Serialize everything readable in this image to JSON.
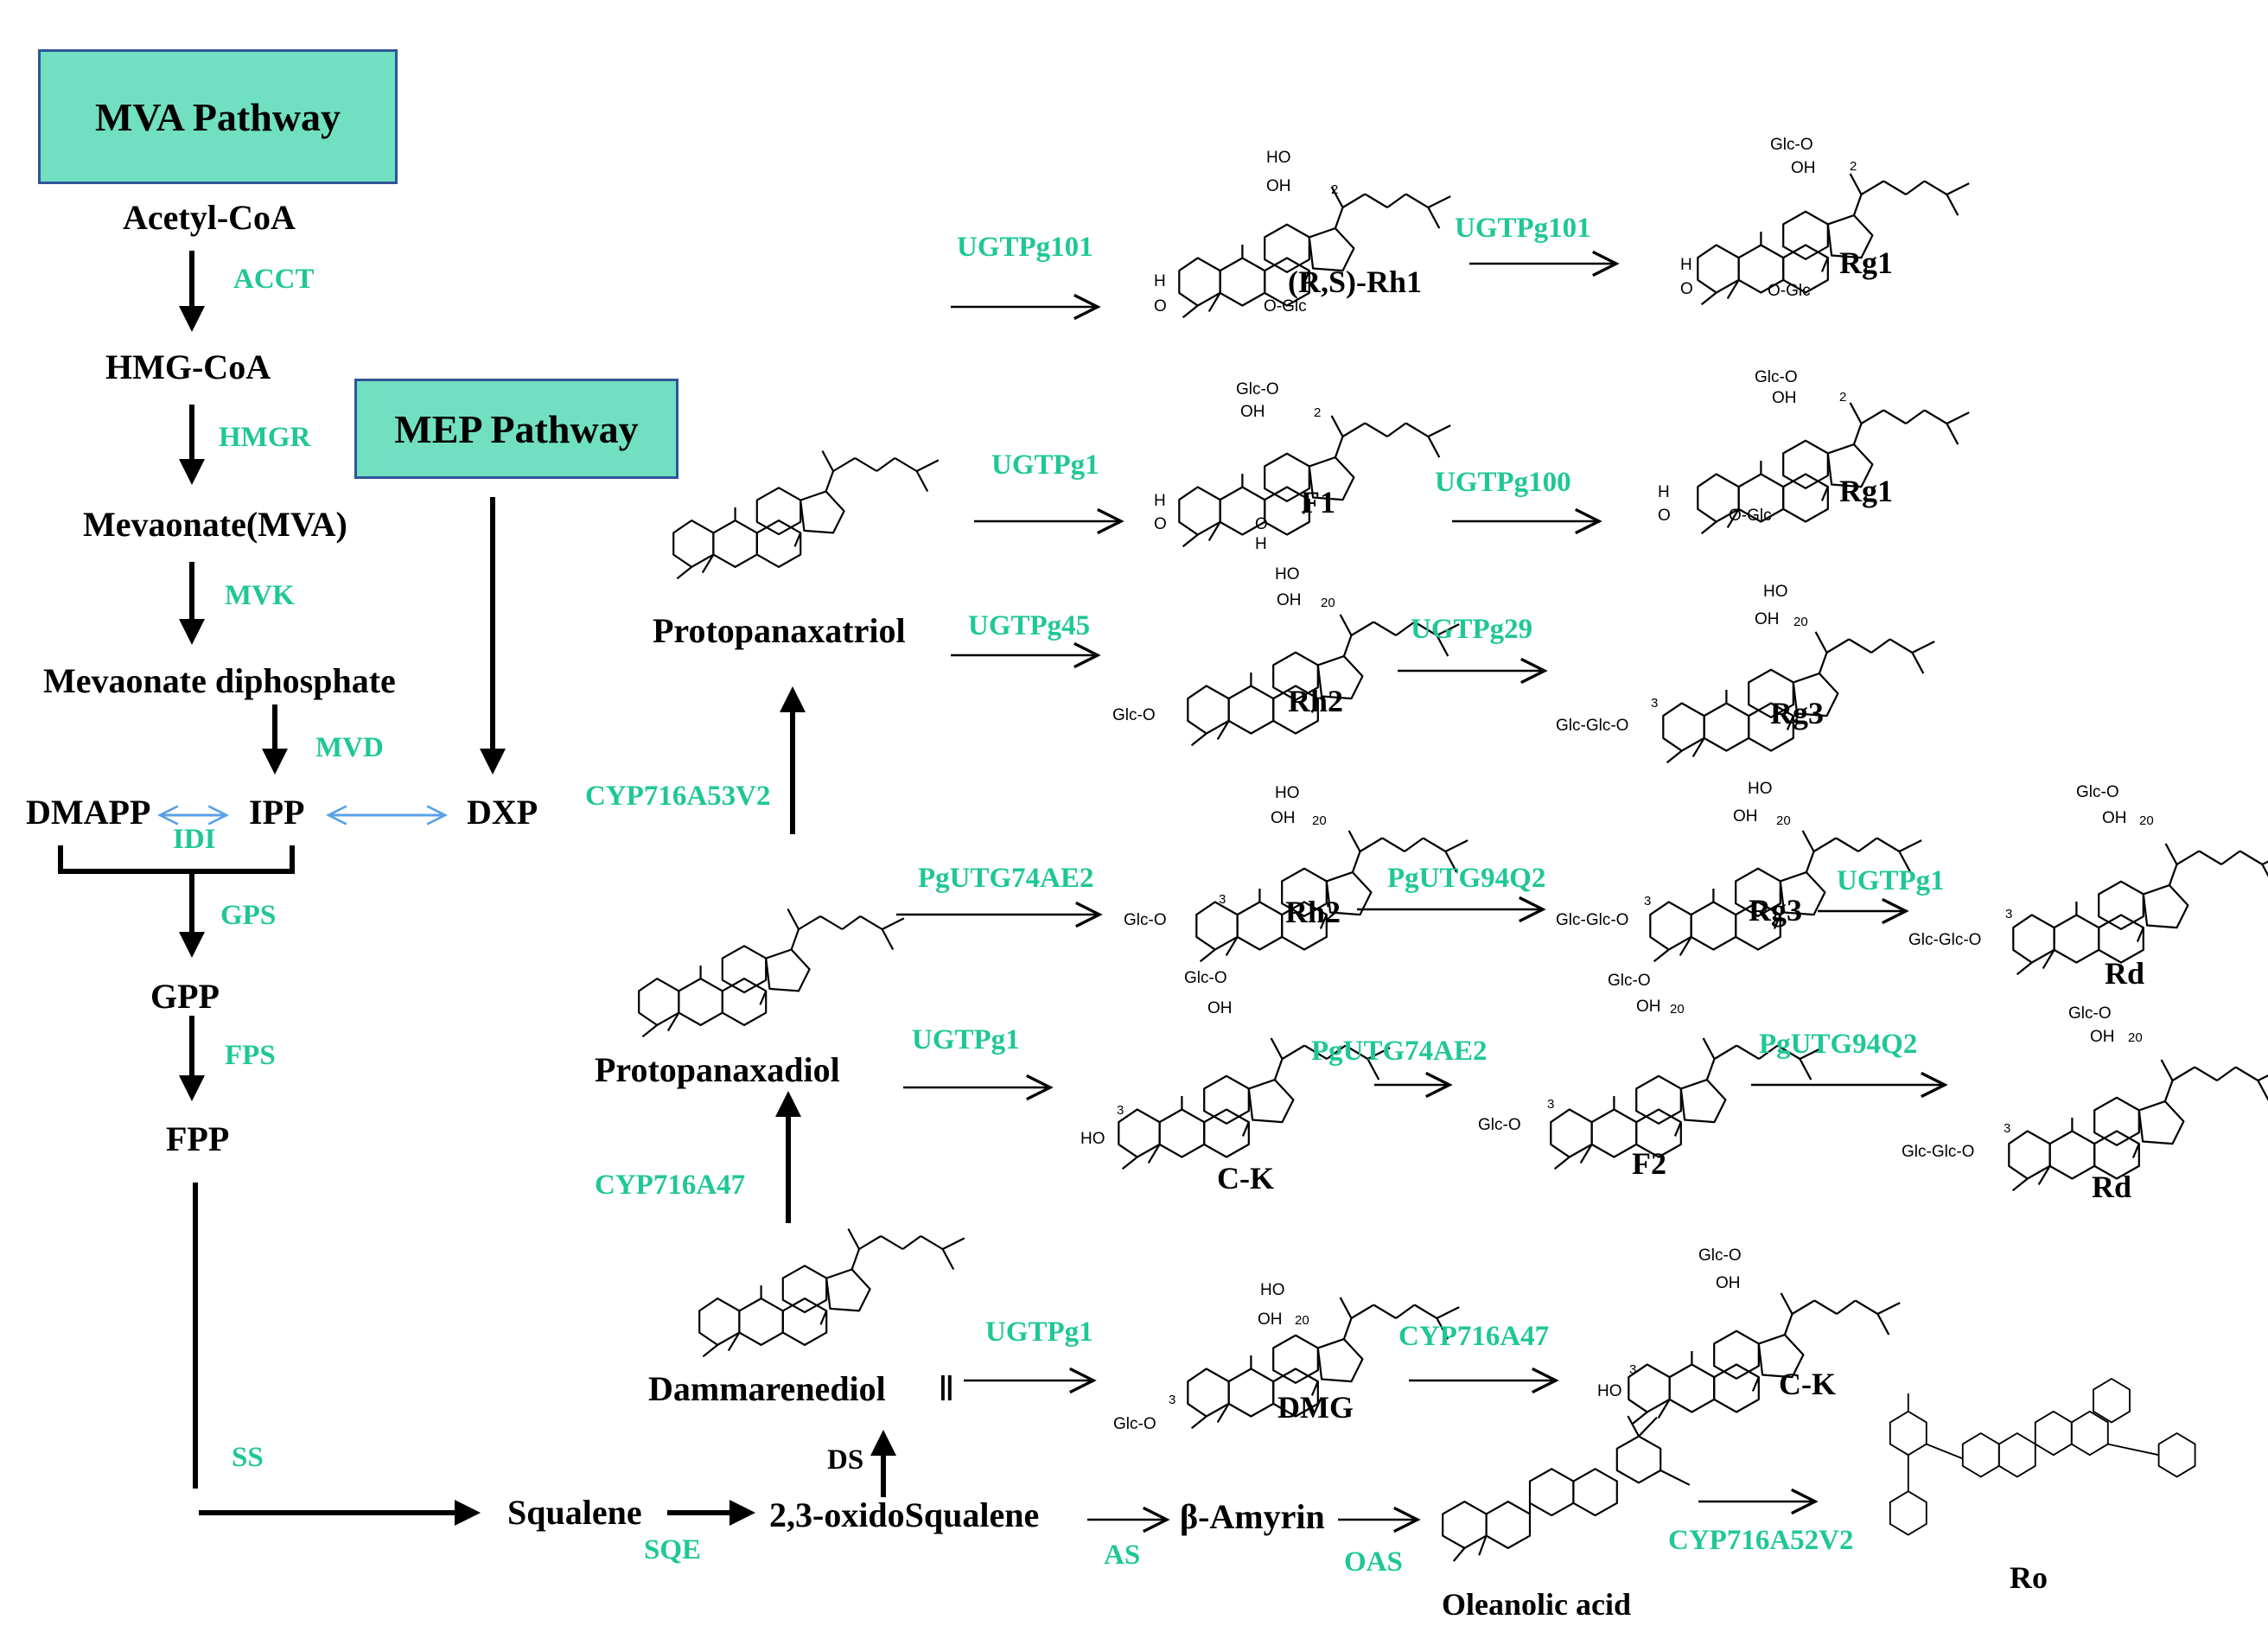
{
  "headers": {
    "mva": "MVA Pathway",
    "mep": "MEP Pathway"
  },
  "colors": {
    "enzyme": "#1fc796",
    "header_fill": "#70e0c0",
    "header_border": "#2f5597",
    "double_arrow": "#5aa0e8"
  },
  "nodes": {
    "acetyl_coa": "Acetyl-CoA",
    "hmg_coa": "HMG-CoA",
    "mva": "Mevaonate(MVA)",
    "mva_pp": "Mevaonate diphosphate",
    "dmapp": "DMAPP",
    "ipp": "IPP",
    "dxp": "DXP",
    "gpp": "GPP",
    "fpp": "FPP",
    "squalene": "Squalene",
    "oxidosqualene": "2,3-oxidoSqualene",
    "beta_amyrin": "β-Amyrin",
    "oleanolic_acid": "Oleanolic acid",
    "ro": "Ro",
    "dammarenediol": "Dammarenediol",
    "dammarenediol_numeral": "Ⅱ",
    "ppd": "Protopanaxadiol",
    "ppt": "Protopanaxatriol",
    "rh1": "(R,S)-Rh1",
    "rg1_a": "Rg1",
    "f1": "F1",
    "rg1_b": "Rg1",
    "rh2_a": "Rh2",
    "rg3_a": "Rg3",
    "rh2_b": "Rh2",
    "rg3_b": "Rg3",
    "rd_a": "Rd",
    "ck_a": "C-K",
    "f2": "F2",
    "rd_b": "Rd",
    "dmg": "DMG",
    "ck_b": "C-K"
  },
  "enzymes": {
    "acct": "ACCT",
    "hmgr": "HMGR",
    "mvk": "MVK",
    "mvd": "MVD",
    "idi": "IDI",
    "gps": "GPS",
    "fps": "FPS",
    "ss": "SS",
    "sqe": "SQE",
    "ds": "DS",
    "as": "AS",
    "oas": "OAS",
    "cyp52": "CYP716A52V2",
    "cyp47_main": "CYP716A47",
    "cyp53": "CYP716A53V2",
    "ugt101_a": "UGTPg101",
    "ugt101_b": "UGTPg101",
    "ugt1_a": "UGTPg1",
    "ugt100": "UGTPg100",
    "ugt45": "UGTPg45",
    "ugt29": "UGTPg29",
    "pg74_a": "PgUTG74AE2",
    "pg94_a": "PgUTG94Q2",
    "ugt1_b": "UGTPg1",
    "ugt1_c": "UGTPg1",
    "pg74_b": "PgUTG74AE2",
    "pg94_b": "PgUTG94Q2",
    "ugt1_d": "UGTPg1",
    "cyp47_b": "CYP716A47"
  },
  "structure_labels": {
    "ho": "HO",
    "oh": "OH",
    "h": "H",
    "o": "O",
    "n2": "2",
    "n20": "20",
    "n3": "3",
    "glc_o": "Glc-O",
    "o_glc": "O-Glc",
    "glc_glc_o": "Glc-Glc-O"
  }
}
